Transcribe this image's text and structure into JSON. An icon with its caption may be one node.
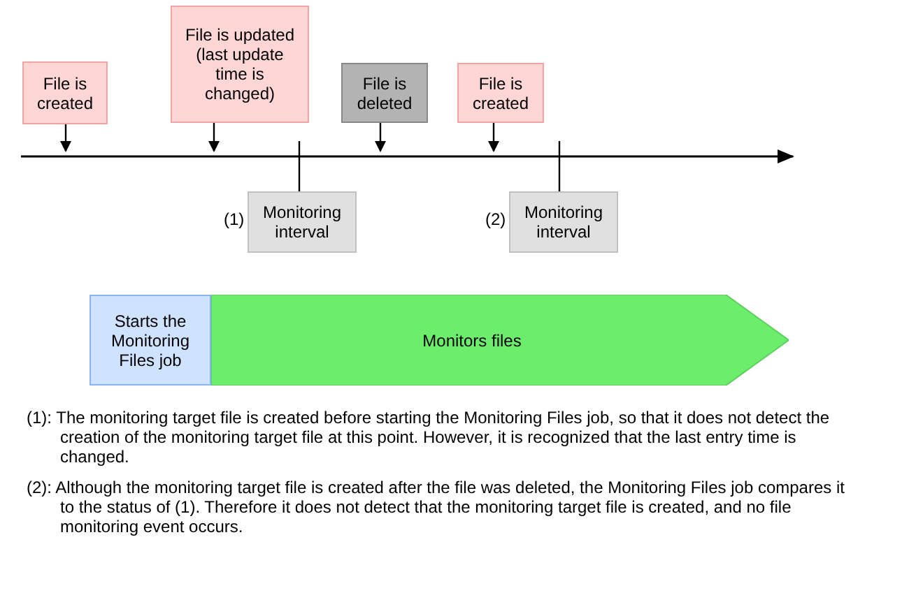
{
  "diagram": {
    "nodes": [
      {
        "text": [
          "File is created"
        ]
      },
      {
        "text": [
          "File is updated (last update time is changed)"
        ]
      },
      {
        "text": [
          "File is deleted"
        ]
      },
      {
        "text": [
          "File is created"
        ]
      },
      {
        "text": [
          "Monitoring interval"
        ],
        "beside": [
          "(1)"
        ]
      },
      {
        "text": [
          "Monitoring interval"
        ],
        "beside": [
          "(2)"
        ]
      },
      {
        "text": [
          "Starts the Monitoring Files job"
        ]
      },
      {
        "text": [
          "Monitors files"
        ]
      }
    ],
    "edges": [
      {
        "from": 0,
        "to": null,
        "arrow": "to"
      },
      {
        "from": 1,
        "to": null,
        "arrow": "to"
      },
      {
        "from": 2,
        "to": null,
        "arrow": "to"
      },
      {
        "from": 3,
        "to": null,
        "arrow": "to"
      },
      {
        "from": 4,
        "to": null,
        "arrow": "none"
      },
      {
        "from": 5,
        "to": null,
        "arrow": "none"
      }
    ],
    "labels": [
      "(1): The monitoring target file is created before starting the Monitoring Files job, so that it does not detect the creation of the monitoring target file at this point. However, it is recognized that the last entry time is changed.",
      "(2): Although the monitoring target file is created after the file was deleted, the Monitoring Files job compares it to the status of (1). Therefore it does not detect that the monitoring target file is created, and no file monitoring event occurs."
    ]
  }
}
